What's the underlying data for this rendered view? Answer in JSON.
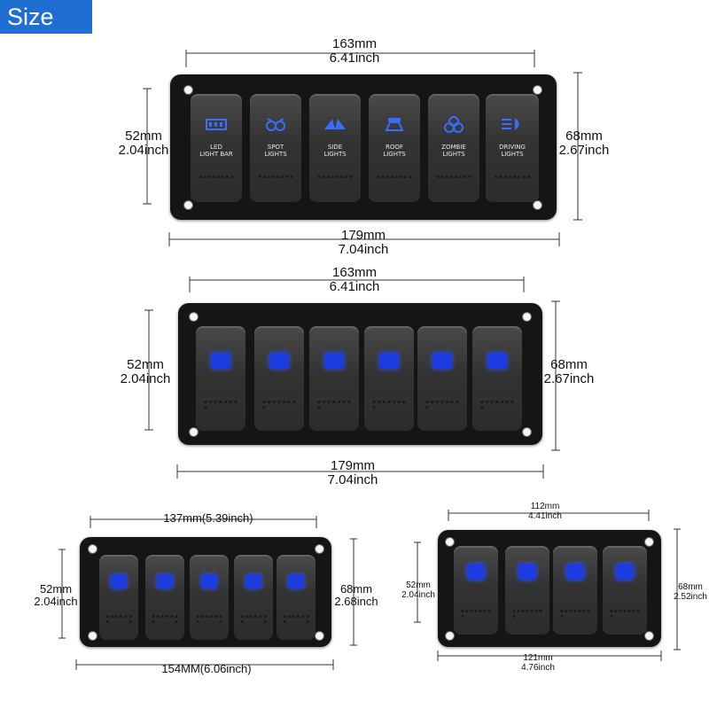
{
  "badge": {
    "label": "Size"
  },
  "panel1": {
    "top_mm": "163mm",
    "top_in": "6.41inch",
    "left_mm": "52mm",
    "left_in": "2.04inch",
    "right_mm": "68mm",
    "right_in": "2.67inch",
    "bottom_mm": "179mm",
    "bottom_in": "7.04inch",
    "switches": [
      {
        "label": "LED\nLIGHT BAR",
        "icon": "light-bar-icon"
      },
      {
        "label": "SPOT\nLIGHTS",
        "icon": "spot-lights-icon"
      },
      {
        "label": "SIDE\nLIGHTS",
        "icon": "side-lights-icon"
      },
      {
        "label": "ROOF\nLIGHTS",
        "icon": "roof-lights-icon"
      },
      {
        "label": "ZOMBIE\nLIGHTS",
        "icon": "zombie-lights-icon"
      },
      {
        "label": "DRIVING\nLIGHTS",
        "icon": "driving-lights-icon"
      }
    ]
  },
  "panel2": {
    "top_mm": "163mm",
    "top_in": "6.41inch",
    "left_mm": "52mm",
    "left_in": "2.04inch",
    "right_mm": "68mm",
    "right_in": "2.67inch",
    "bottom_mm": "179mm",
    "bottom_in": "7.04inch"
  },
  "panel3": {
    "top": "137mm(5.39inch)",
    "left_mm": "52mm",
    "left_in": "2.04inch",
    "right_mm": "68mm",
    "right_in": "2.68inch",
    "bottom": "154MM(6.06inch)"
  },
  "panel4": {
    "top_mm": "112mm",
    "top_in": "4.41inch",
    "left_mm": "52mm",
    "left_in": "2.04inch",
    "right_mm": "68mm",
    "right_in": "2.52inch",
    "bottom_mm": "121mm",
    "bottom_in": "4.76inch"
  },
  "colors": {
    "badge": "#1e6fd1",
    "panel": "#151515",
    "led": "#1d3ce0"
  }
}
